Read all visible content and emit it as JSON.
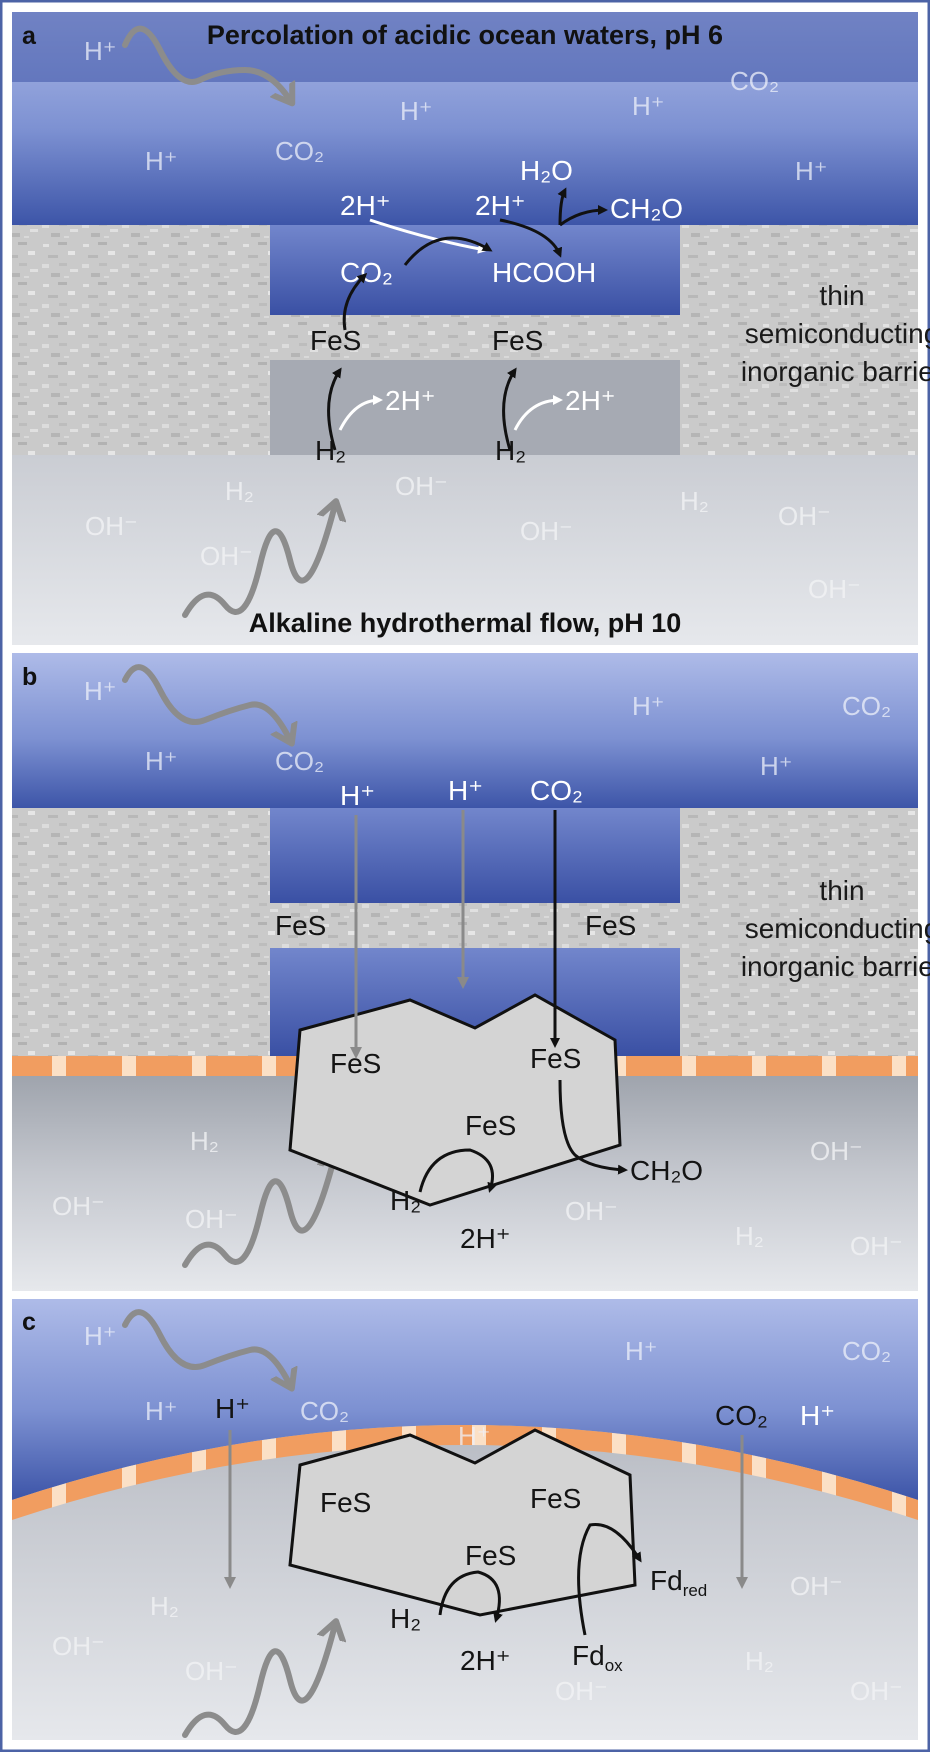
{
  "panels": [
    {
      "letter": "a",
      "top_label": "Percolation of acidic ocean waters, pH 6",
      "bottom_label": "Alkaline hydrothermal flow, pH 10",
      "ocean_ions": [
        "H⁺",
        "H⁺",
        "CO₂",
        "H⁺",
        "CO₂",
        "H⁺",
        "H⁺"
      ],
      "vent_ions": [
        "H₂",
        "OH⁻",
        "OH⁻",
        "OH⁻",
        "OH⁻",
        "H₂",
        "OH⁻",
        "OH⁻"
      ],
      "reaction": {
        "reactant1": "CO₂",
        "proton_in1": "2H⁺",
        "intermediate": "HCOOH",
        "proton_in2": "2H⁺",
        "water_out": "H₂O",
        "product": "CH₂O",
        "catalyst1": "FeS",
        "catalyst2": "FeS",
        "donor1": "H₂",
        "donor2": "H₂",
        "proton_out1": "2H⁺",
        "proton_out2": "2H⁺"
      },
      "barrier_label": [
        "thin",
        "semiconducting",
        "inorganic barrier"
      ]
    },
    {
      "letter": "b",
      "ocean_ions": [
        "H⁺",
        "H⁺",
        "CO₂",
        "H⁺",
        "CO₂",
        "H⁺"
      ],
      "inputs": [
        "H⁺",
        "H⁺",
        "CO₂"
      ],
      "barrier_fes": [
        "FeS",
        "FeS"
      ],
      "protein_fes": [
        "FeS",
        "FeS",
        "FeS"
      ],
      "donor": "H₂",
      "proton_out": "2H⁺",
      "product": "CH₂O",
      "vent_ions": [
        "H₂",
        "OH⁻",
        "OH⁻",
        "OH⁻",
        "OH⁻",
        "H₂",
        "OH⁻"
      ],
      "barrier_label": [
        "thin",
        "semiconducting",
        "inorganic barrier"
      ]
    },
    {
      "letter": "c",
      "ocean_ions": [
        "H⁺",
        "H⁺",
        "CO₂",
        "H⁺",
        "H⁺",
        "CO₂"
      ],
      "inputs": [
        "H⁺",
        "CO₂",
        "H⁺"
      ],
      "protein_fes": [
        "FeS",
        "FeS",
        "FeS"
      ],
      "donor": "H₂",
      "proton_out": "2H⁺",
      "fd_red": "Fd",
      "fd_red_sub": "red",
      "fd_ox": "Fd",
      "fd_ox_sub": "ox",
      "vent_ions": [
        "H₂",
        "OH⁻",
        "OH⁻",
        "OH⁻",
        "OH⁻",
        "H₂",
        "OH⁻"
      ]
    }
  ],
  "colors": {
    "ocean_top": "#a9b8e6",
    "ocean_bottom": "#3d55a8",
    "vent_top": "#a8acb6",
    "vent_bottom": "#e4e6eb",
    "rock": "#cfcfcf",
    "membrane": "#f0a066",
    "protein": "#d4d4d4",
    "frame": "#4c63a6"
  }
}
